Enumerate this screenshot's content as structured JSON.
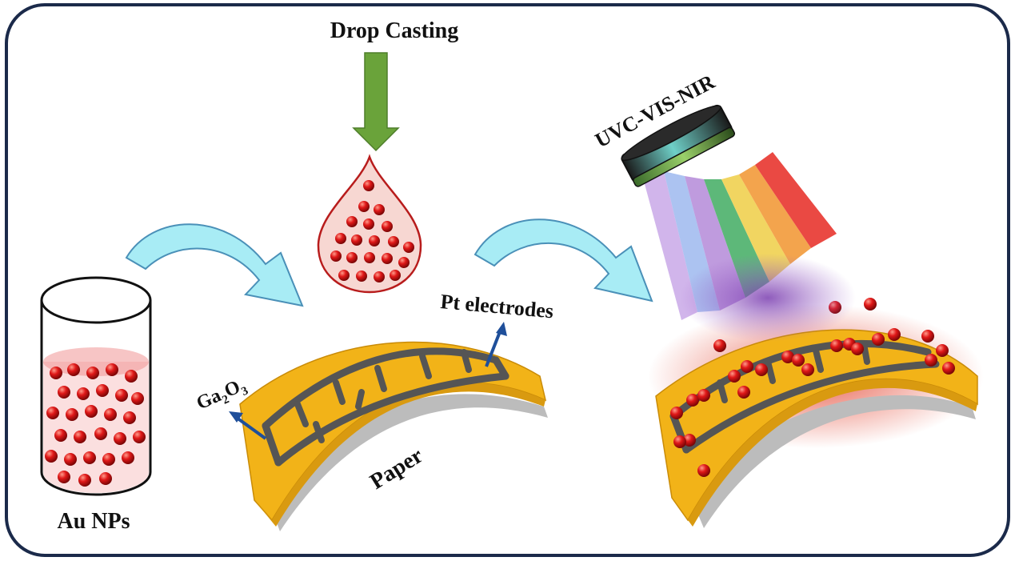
{
  "labels": {
    "drop_casting": "Drop Casting",
    "light_source": "UVC-VIS-NIR",
    "au_nps": "Au NPs",
    "pt_electrodes": "Pt electrodes",
    "ga2o3_base": "Ga",
    "ga2o3_sub1": "2",
    "ga2o3_mid": "O",
    "ga2o3_sub2": "3",
    "paper": "Paper"
  },
  "colors": {
    "frame_border": "#1b2a4a",
    "drop_arrow": "#6aa33a",
    "curved_arrow": "#a8ecf5",
    "curved_arrow_outline": "#4a90b8",
    "nanoparticle": "#d01010",
    "droplet_fill": "#f4c8c2",
    "droplet_outline": "#b81c1c",
    "paper_substrate": "#f2b318",
    "paper_shadow": "#b9b9b9",
    "electrode": "#555555",
    "pointer_arrow": "#1f4f9a",
    "beam_colors": [
      "#c9a8e8",
      "#9db8ee",
      "#b48ad8",
      "#4bb06a",
      "#f0d050",
      "#f29a3a",
      "#e8352f"
    ]
  },
  "icons": [
    "cylinder-vial-icon",
    "droplet-icon",
    "lamp-icon",
    "curved-arrow-icon",
    "down-arrow-icon",
    "pointer-arrow-icon"
  ]
}
